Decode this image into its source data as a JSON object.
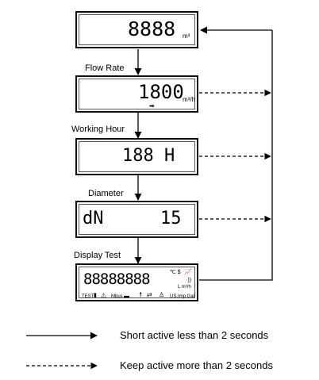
{
  "screens": [
    {
      "label": "",
      "display": "8888",
      "unit": "m³"
    },
    {
      "label": "Flow Rate",
      "display": "1800",
      "unit": "m³/h"
    },
    {
      "label": "Working Hour",
      "display": "188 H",
      "unit": ""
    },
    {
      "label": "Diameter",
      "display_left": "dN",
      "display_right": "15",
      "unit": ""
    },
    {
      "label": "Display Test",
      "display": "88888888",
      "icons_top": "℃ $",
      "icons_right": "L m³/h",
      "bottom_left": "TEST",
      "bottom_mbus": "Mbus",
      "bottom_units": "US.Imp.Gal"
    }
  ],
  "legend": [
    {
      "style": "solid",
      "text": "Short active less than 2 seconds"
    },
    {
      "style": "dashed",
      "text": "Keep active more than 2 seconds"
    }
  ]
}
